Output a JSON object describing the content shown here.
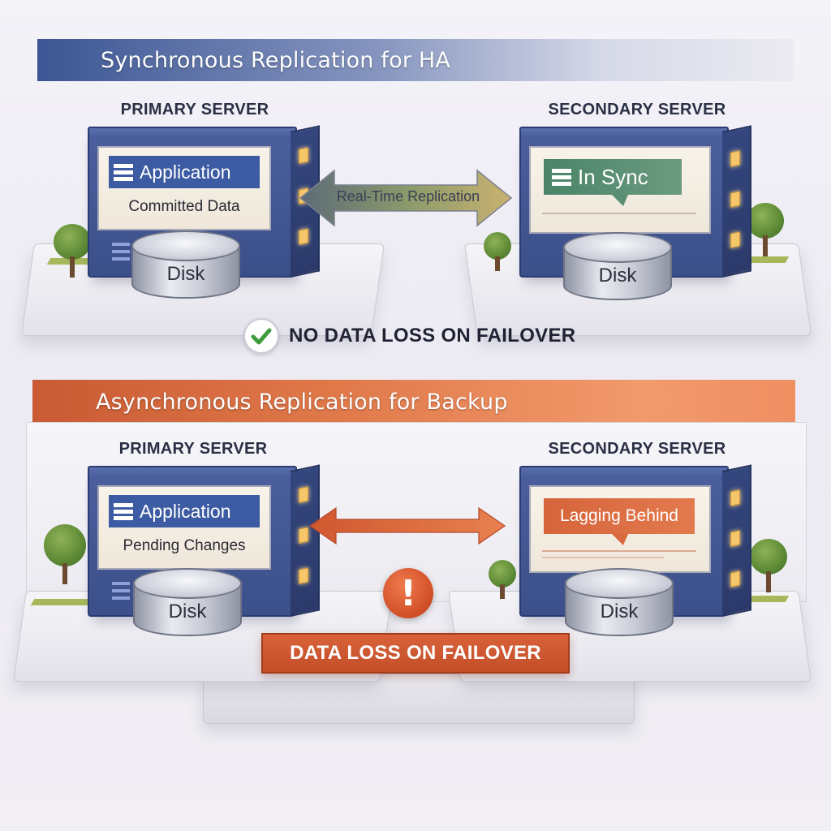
{
  "sync_section": {
    "title": "Synchronous Replication for HA",
    "primary": {
      "title": "PRIMARY SERVER",
      "app_label": "Application",
      "data_label": "Committed Data",
      "disk_label": "Disk"
    },
    "secondary": {
      "title": "SECONDARY SERVER",
      "status_label": "In Sync",
      "disk_label": "Disk"
    },
    "link_label": "Real-Time Replication",
    "outcome": "NO DATA LOSS ON FAILOVER"
  },
  "async_section": {
    "title": "Asynchronous Replication for Backup",
    "primary": {
      "title": "PRIMARY SERVER",
      "app_label": "Application",
      "data_label": "Pending Changes",
      "disk_label": "Disk"
    },
    "secondary": {
      "title": "SECONDARY SERVER",
      "status_label": "Lagging Behind",
      "disk_label": "Disk"
    },
    "warning_glyph": "!",
    "outcome": "DATA LOSS ON FAILOVER"
  },
  "colors": {
    "sync_banner": "#3c5694",
    "async_banner": "#d9623a",
    "server_blue": "#3b4f8a",
    "in_sync_green": "#4f8a6f",
    "lagging_orange": "#d9623a",
    "check_green": "#3f9a3c"
  }
}
